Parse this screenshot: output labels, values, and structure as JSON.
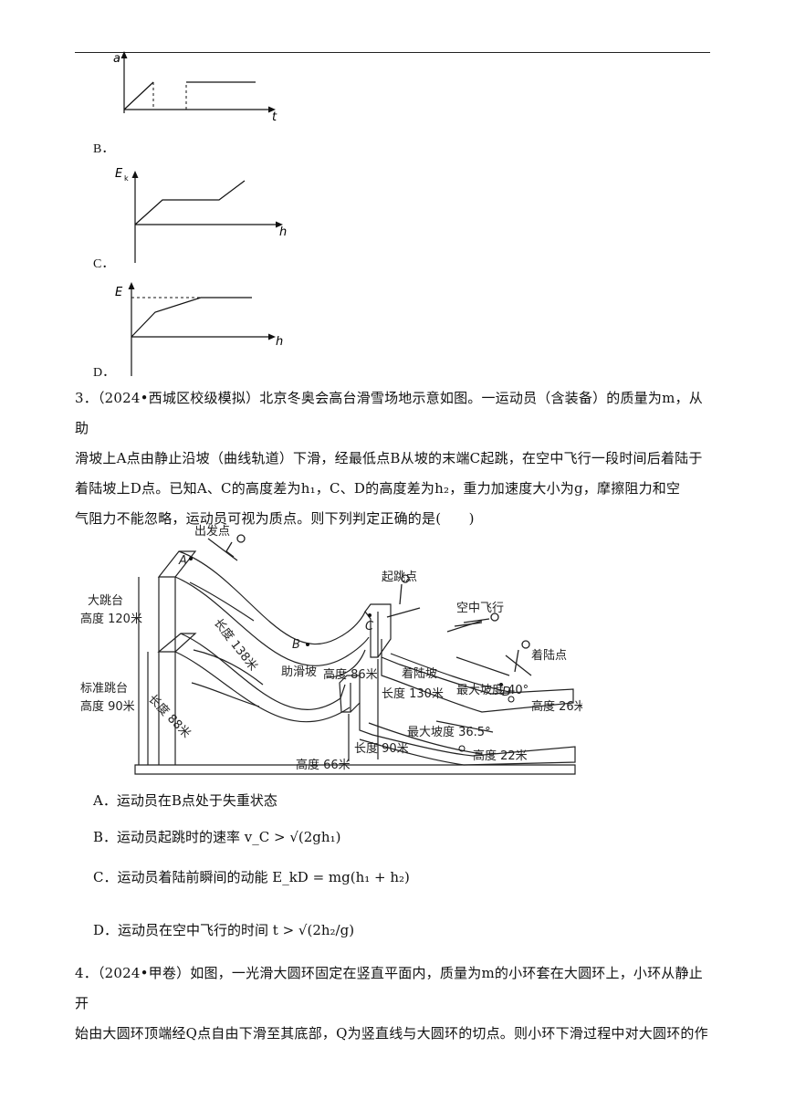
{
  "top_options": {
    "B": {
      "letter": "B．",
      "y_axis": "a",
      "x_axis": "t"
    },
    "C": {
      "letter": "C．",
      "y_axis": "E",
      "y_sub": "k",
      "x_axis": "h"
    },
    "D": {
      "letter": "D．",
      "y_axis": "E",
      "x_axis": "h"
    }
  },
  "q3": {
    "line1": "3．（2024•西城区校级模拟）北京冬奥会高台滑雪场地示意如图。一运动员（含装备）的质量为m，从助",
    "line2": "滑坡上A点由静止沿坡（曲线轨道）下滑，经最低点B从坡的末端C起跳，在空中飞行一段时间后着陆于",
    "line3": "着陆坡上D点。已知A、C的高度差为h₁，C、D的高度差为h₂，重力加速度大小为g，摩擦阻力和空",
    "line4": "气阻力不能忽略，运动员可视为质点。则下列判定正确的是(　　)",
    "figure": {
      "start": "出发点",
      "takeoff": "起跳点",
      "flight": "空中飞行",
      "landing_pt": "着陆点",
      "big_jump_1": "大跳台",
      "big_jump_2": "高度 120米",
      "std_jump_1": "标准跳台",
      "std_jump_2": "高度 90米",
      "len138": "长度 138米",
      "len88": "长度 88米",
      "approach": "助滑坡",
      "h86": "高度 86米",
      "landing_slope": "着陆坡",
      "max40": "最大坡度 40°",
      "len130": "长度 130米",
      "h26": "高度 26米",
      "h66": "高度 66米",
      "max36": "最大坡度 36.5°",
      "len90": "长度 90米",
      "h22": "高度 22米",
      "A": "A",
      "B": "B",
      "C": "C",
      "D": "D"
    },
    "choices": {
      "A": "A．运动员在B点处于失重状态",
      "B": "B．运动员起跳时的速率 v_C > √(2gh₁)",
      "C": "C．运动员着陆前瞬间的动能 E_kD = mg(h₁ + h₂)",
      "D": "D．运动员在空中飞行的时间 t > √(2h₂/g)"
    }
  },
  "q4": {
    "line1": "4．（2024•甲卷）如图，一光滑大圆环固定在竖直平面内，质量为m的小环套在大圆环上，小环从静止开",
    "line2": "始由大圆环顶端经Q点自由下滑至其底部，Q为竖直线与大圆环的切点。则小环下滑过程中对大圆环的作"
  }
}
